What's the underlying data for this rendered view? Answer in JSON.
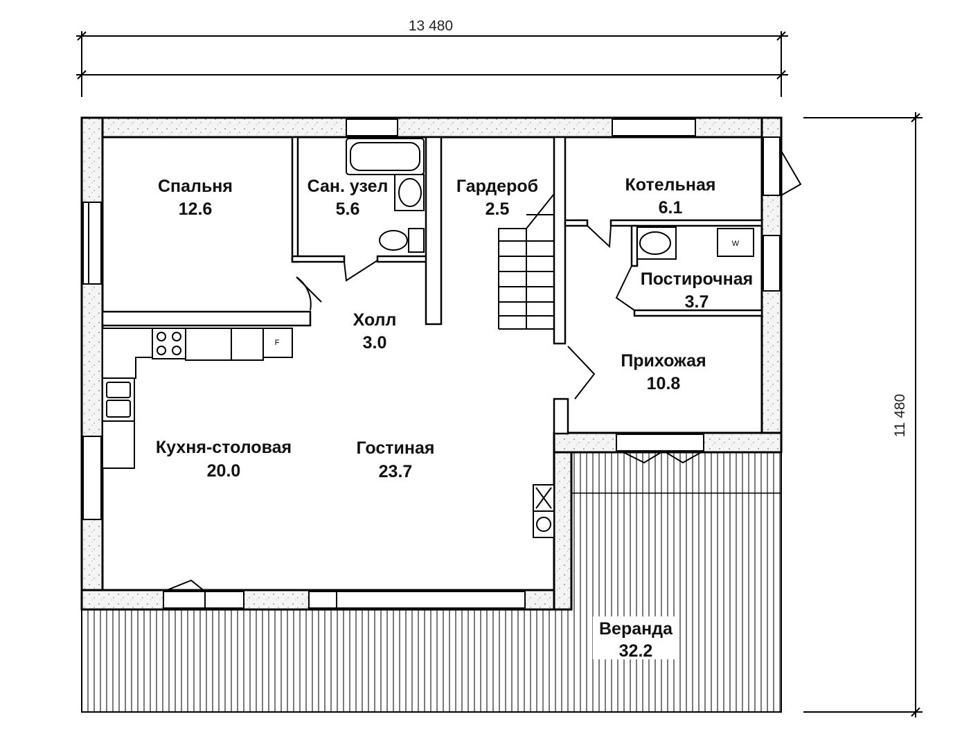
{
  "dimensions": {
    "width_label": "13 480",
    "height_label": "11 480"
  },
  "rooms": [
    {
      "name": "Спальня",
      "area": "12.6"
    },
    {
      "name": "Сан. узел",
      "area": "5.6"
    },
    {
      "name": "Гардероб",
      "area": "2.5"
    },
    {
      "name": "Котельная",
      "area": "6.1"
    },
    {
      "name": "Постирочная",
      "area": "3.7"
    },
    {
      "name": "Холл",
      "area": "3.0"
    },
    {
      "name": "Прихожая",
      "area": "10.8"
    },
    {
      "name": "Кухня-столовая",
      "area": "20.0"
    },
    {
      "name": "Гостиная",
      "area": "23.7"
    },
    {
      "name": "Веранда",
      "area": "32.2"
    }
  ],
  "fixtures": {
    "fridge_label": "F",
    "washer_label": "W"
  }
}
